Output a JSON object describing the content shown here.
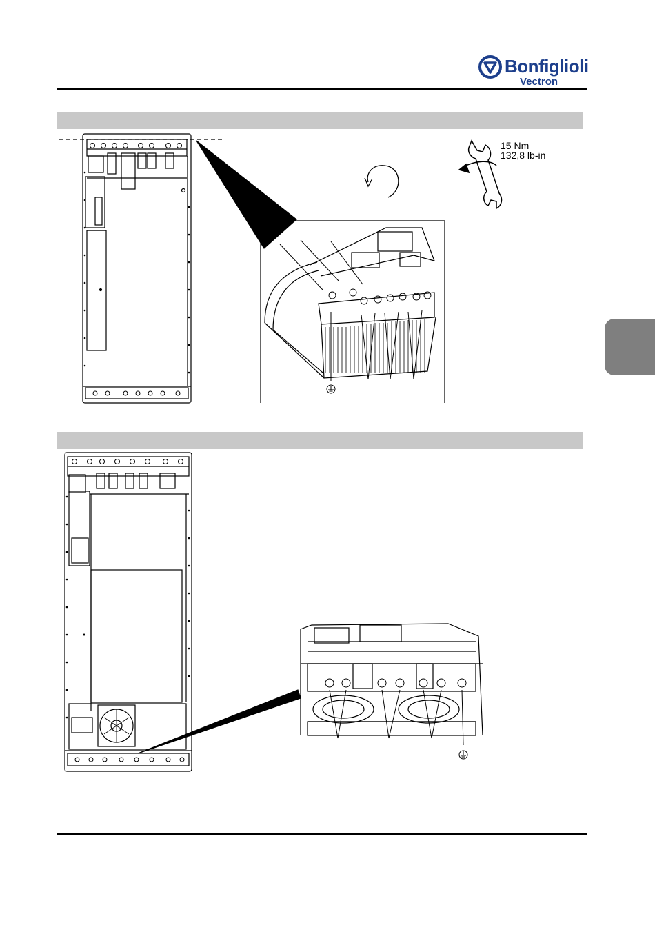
{
  "header": {
    "brand_name": "Bonfiglioli",
    "brand_sub": "Vectron",
    "brand_color": "#1d3f8c"
  },
  "figure_top": {
    "torque_nm": "15 Nm",
    "torque_lbin": "132,8 lb-in",
    "icons": [
      "wrench-icon",
      "rotate-arrow-icon",
      "ground-symbol-icon"
    ]
  },
  "figure_bottom": {
    "icons": [
      "ground-symbol-icon"
    ]
  },
  "colors": {
    "band": "#c8c8c8",
    "side_tab": "#7f7f7f",
    "line_art": "#000000"
  }
}
